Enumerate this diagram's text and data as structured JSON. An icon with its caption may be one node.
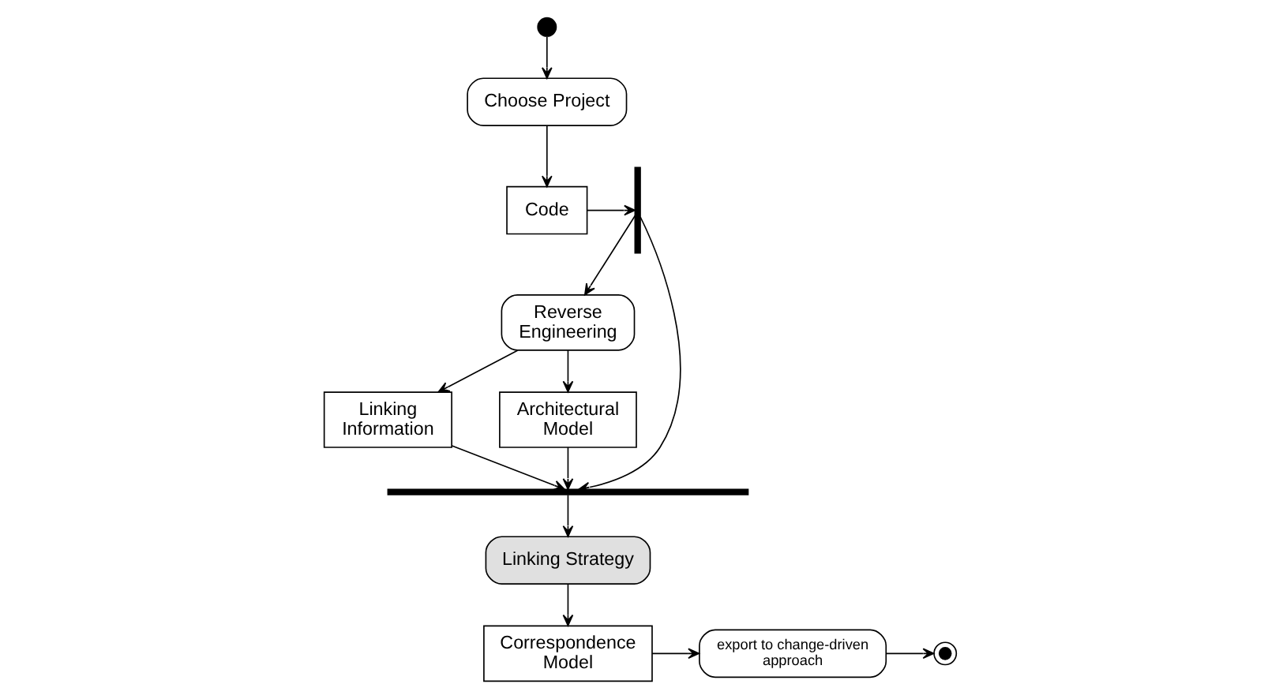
{
  "diagram": {
    "nodes": [
      {
        "text": [],
        "shape": "circle"
      },
      {
        "text": [
          "Choose Project"
        ]
      },
      {
        "text": [
          "Code"
        ]
      },
      {
        "text": [],
        "shape": "bar"
      },
      {
        "text": [
          "Reverse Engineering"
        ]
      },
      {
        "text": [
          "Linking Information"
        ]
      },
      {
        "text": [
          "Architectural Model"
        ]
      },
      {
        "text": [],
        "shape": "bar"
      },
      {
        "text": [
          "Linking Strategy"
        ]
      },
      {
        "text": [
          "Correspondence Model"
        ]
      },
      {
        "text": [
          "export to change-driven approach"
        ]
      },
      {
        "text": [],
        "shape": "bullseye"
      }
    ],
    "edges": [
      {
        "from": 0,
        "to": 1,
        "arrow": "to"
      },
      {
        "from": 1,
        "to": 2,
        "arrow": "to"
      },
      {
        "from": 2,
        "to": 3,
        "arrow": "to"
      },
      {
        "from": 3,
        "to": 4,
        "arrow": "to"
      },
      {
        "from": 3,
        "to": 7,
        "arrow": "to"
      },
      {
        "from": 4,
        "to": 5,
        "arrow": "to"
      },
      {
        "from": 4,
        "to": 6,
        "arrow": "to"
      },
      {
        "from": 5,
        "to": 7,
        "arrow": "to"
      },
      {
        "from": 6,
        "to": 7,
        "arrow": "to"
      },
      {
        "from": 7,
        "to": 8,
        "arrow": "to"
      },
      {
        "from": 8,
        "to": 9,
        "arrow": "to"
      },
      {
        "from": 9,
        "to": 10,
        "arrow": "to"
      },
      {
        "from": 10,
        "to": 11,
        "arrow": "to"
      }
    ]
  }
}
